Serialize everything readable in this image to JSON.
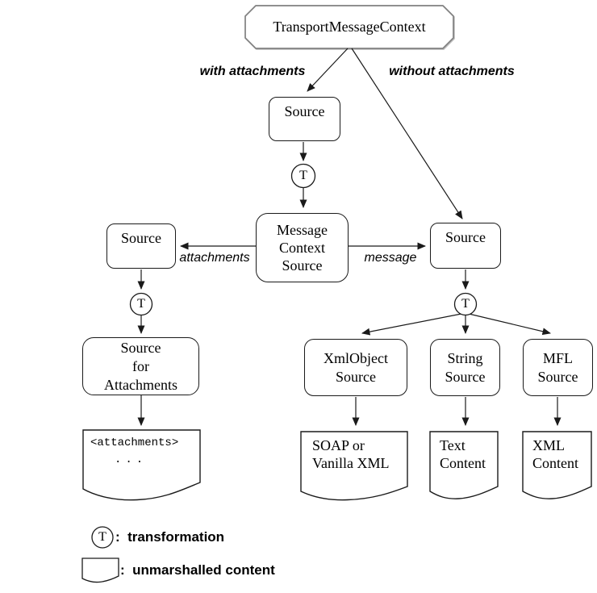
{
  "root_label": "TransportMessageContext",
  "edge_labels": {
    "with_attachments": "with attachments",
    "without_attachments": "without attachments",
    "attachments": "attachments",
    "message": "message"
  },
  "transform_symbol": "T",
  "nodes": {
    "top_source": "Source",
    "message_context_source": [
      "Message",
      "Context",
      "Source"
    ],
    "left_source": "Source",
    "right_source": "Source",
    "source_for_attachments": [
      "Source",
      "for",
      "Attachments"
    ],
    "xmlobject_source": [
      "XmlObject",
      "Source"
    ],
    "string_source": [
      "String",
      "Source"
    ],
    "mfl_source": [
      "MFL",
      "Source"
    ]
  },
  "documents": {
    "attachments_doc": [
      "<attachments>",
      "..."
    ],
    "soap_doc": [
      "SOAP or",
      "Vanilla XML"
    ],
    "text_doc": [
      "Text",
      "Content"
    ],
    "xml_doc": [
      "XML",
      "Content"
    ]
  },
  "legend": {
    "t_symbol": "T",
    "transformation_label": ":  transformation",
    "unmarshalled_label": ":  unmarshalled content"
  },
  "colors": {
    "line": "#1a1a1a",
    "octagon_stroke": "#808080",
    "background": "#ffffff"
  }
}
